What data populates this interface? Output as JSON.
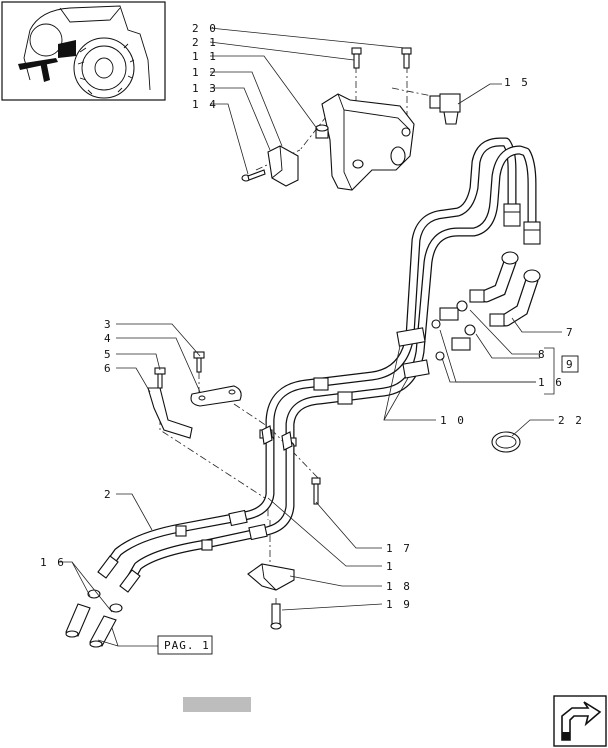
{
  "page": {
    "reference": "PAG. 1"
  },
  "callouts": [
    {
      "id": "c20",
      "label": "2 0"
    },
    {
      "id": "c21",
      "label": "2 1"
    },
    {
      "id": "c11",
      "label": "1 1"
    },
    {
      "id": "c12",
      "label": "1 2"
    },
    {
      "id": "c13",
      "label": "1 3"
    },
    {
      "id": "c14",
      "label": "1 4"
    },
    {
      "id": "c15",
      "label": "1 5"
    },
    {
      "id": "c7",
      "label": "7"
    },
    {
      "id": "c8",
      "label": "8"
    },
    {
      "id": "c9",
      "label": "9"
    },
    {
      "id": "c16a",
      "label": "1 6"
    },
    {
      "id": "c10",
      "label": "1 0"
    },
    {
      "id": "c22",
      "label": "2 2"
    },
    {
      "id": "c3",
      "label": "3"
    },
    {
      "id": "c4",
      "label": "4"
    },
    {
      "id": "c5",
      "label": "5"
    },
    {
      "id": "c6",
      "label": "6"
    },
    {
      "id": "c2",
      "label": "2"
    },
    {
      "id": "c17",
      "label": "1 7"
    },
    {
      "id": "c1",
      "label": "1"
    },
    {
      "id": "c18",
      "label": "1 8"
    },
    {
      "id": "c19",
      "label": "1 9"
    },
    {
      "id": "c16b",
      "label": "1 6"
    }
  ],
  "icons": {
    "thumbnail": "tractor-thumbnail-icon",
    "navigation": "next-page-arrow-icon"
  }
}
